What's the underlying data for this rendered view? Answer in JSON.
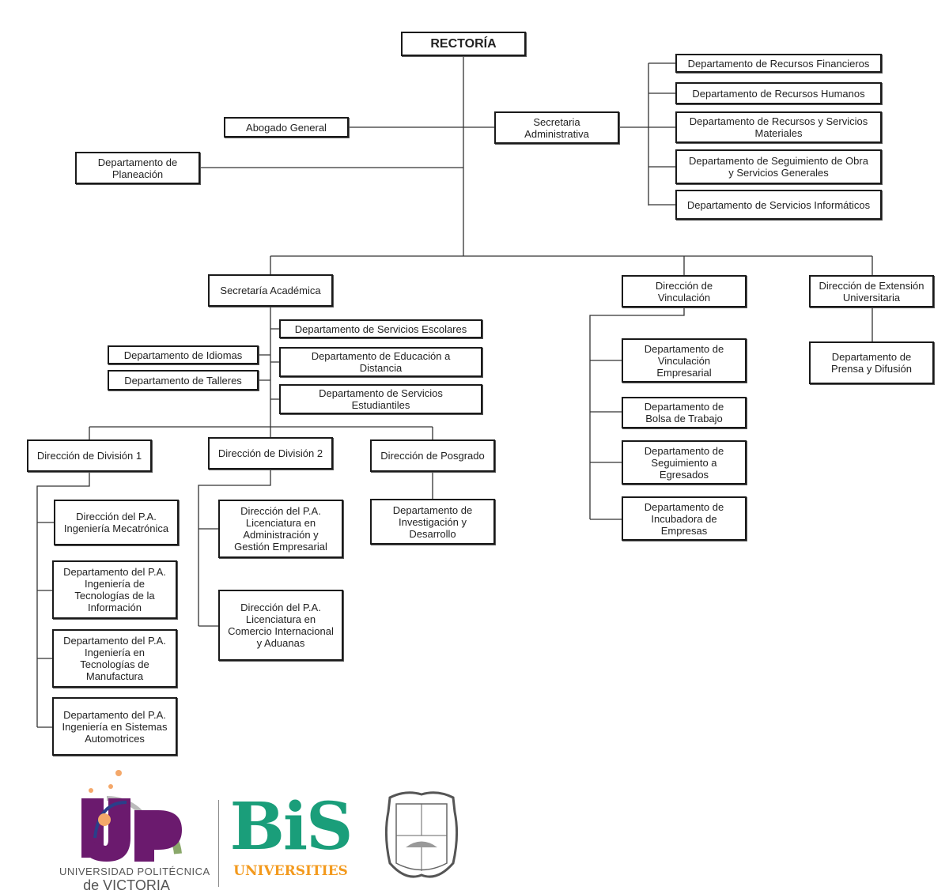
{
  "rectoria": "RECTORÍA",
  "abogado": "Abogado General",
  "planeacion": "Departamento de\nPlaneación",
  "sec_admin": "Secretaria\nAdministrativa",
  "admin_depts": [
    "Departamento de Recursos Financieros",
    "Departamento de Recursos Humanos",
    "Departamento de Recursos y Servicios\nMateriales",
    "Departamento de Seguimiento de Obra\ny Servicios Generales",
    "Departamento de Servicios Informáticos"
  ],
  "sec_academica": "Secretaría Académica",
  "acad_right": [
    "Departamento de Servicios Escolares",
    "Departamento de Educación a\nDistancia",
    "Departamento de Servicios\nEstudiantiles"
  ],
  "acad_left": [
    "Departamento de Idiomas",
    "Departamento de Talleres"
  ],
  "division1": "Dirección de División 1",
  "division1_items": [
    "Dirección del P.A.\nIngeniería Mecatrónica",
    "Departamento del P.A.\nIngeniería de\nTecnologías de la\nInformación",
    "Departamento del P.A.\nIngeniería en\nTecnologías de\nManufactura",
    "Departamento del P.A.\nIngeniería en Sistemas\nAutomotrices"
  ],
  "division2": "Dirección de División 2",
  "division2_items": [
    "Dirección del P.A.\nLicenciatura en\nAdministración y\nGestión Empresarial",
    "Dirección del P.A.\nLicenciatura en\nComercio Internacional\ny Aduanas"
  ],
  "posgrado": "Dirección de Posgrado",
  "posgrado_items": [
    "Departamento de\nInvestigación y\nDesarrollo"
  ],
  "vinculacion": "Dirección de\nVinculación",
  "vinculacion_items": [
    "Departamento de\nVinculación\nEmpresarial",
    "Departamento de\nBolsa de Trabajo",
    "Departamento de\nSeguimiento a\nEgresados",
    "Departamento de\nIncubadora de\nEmpresas"
  ],
  "extension": "Dirección de Extensión\nUniversitaria",
  "extension_items": [
    "Departamento de\nPrensa y Difusión"
  ],
  "logos": {
    "upv_line1": "UNIVERSIDAD POLITÉCNICA",
    "upv_line2": "de VICTORIA",
    "bis": "BiS",
    "bis_sub": "UNIVERSITIES",
    "colors": {
      "purple": "#6b1a6e",
      "green": "#1a9e7a",
      "orange": "#f39a1e"
    }
  }
}
